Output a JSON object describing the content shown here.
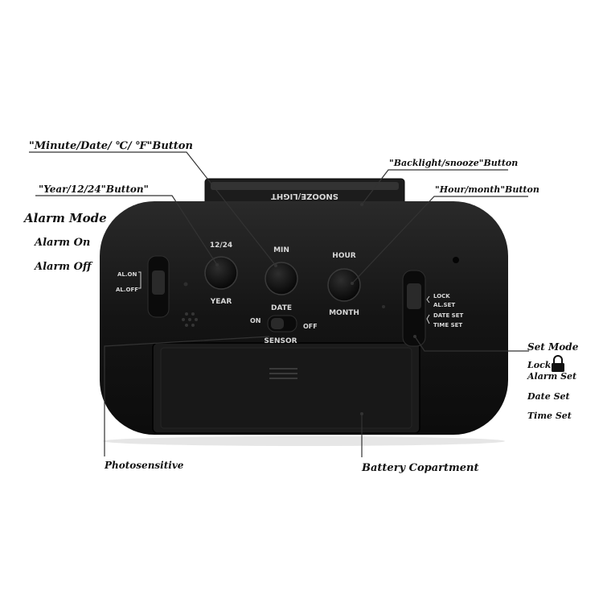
{
  "callouts": {
    "minute_date_temp": "\"Minute/Date/ ℃/ ℉\"Button",
    "backlight_snooze": "\"Backlight/snooze\"Button",
    "year_1224": "\"Year/12/24\"Button\"",
    "hour_month": "\"Hour/month\"Button",
    "alarm_mode": "Alarm Mode",
    "alarm_on": "Alarm On",
    "alarm_off": "Alarm Off",
    "set_mode": "Set Mode",
    "set_lock": "Lock",
    "set_alarm": "Alarm Set",
    "set_date": "Date Set",
    "set_time": "Time Set",
    "photosensitive": "Photosensitive",
    "battery": "Battery Copartment"
  },
  "panel": {
    "snooze_bar": "SNOOZE/LIGHT",
    "btn_1224": "12/24",
    "btn_year": "YEAR",
    "btn_min": "MIN",
    "btn_date": "DATE",
    "btn_hour": "HOUR",
    "btn_month": "MONTH",
    "sensor_on": "ON",
    "sensor_off": "OFF",
    "sensor": "SENSOR",
    "al_on": "AL.ON",
    "al_off": "AL.OFF",
    "lock": "LOCK",
    "al_set": "AL.SET",
    "date_set": "DATE SET",
    "time_set": "TIME SET"
  },
  "colors": {
    "body": "#161616",
    "background": "#ffffff",
    "callout_text": "#111111"
  },
  "icons": {
    "lock": "padlock-icon"
  }
}
